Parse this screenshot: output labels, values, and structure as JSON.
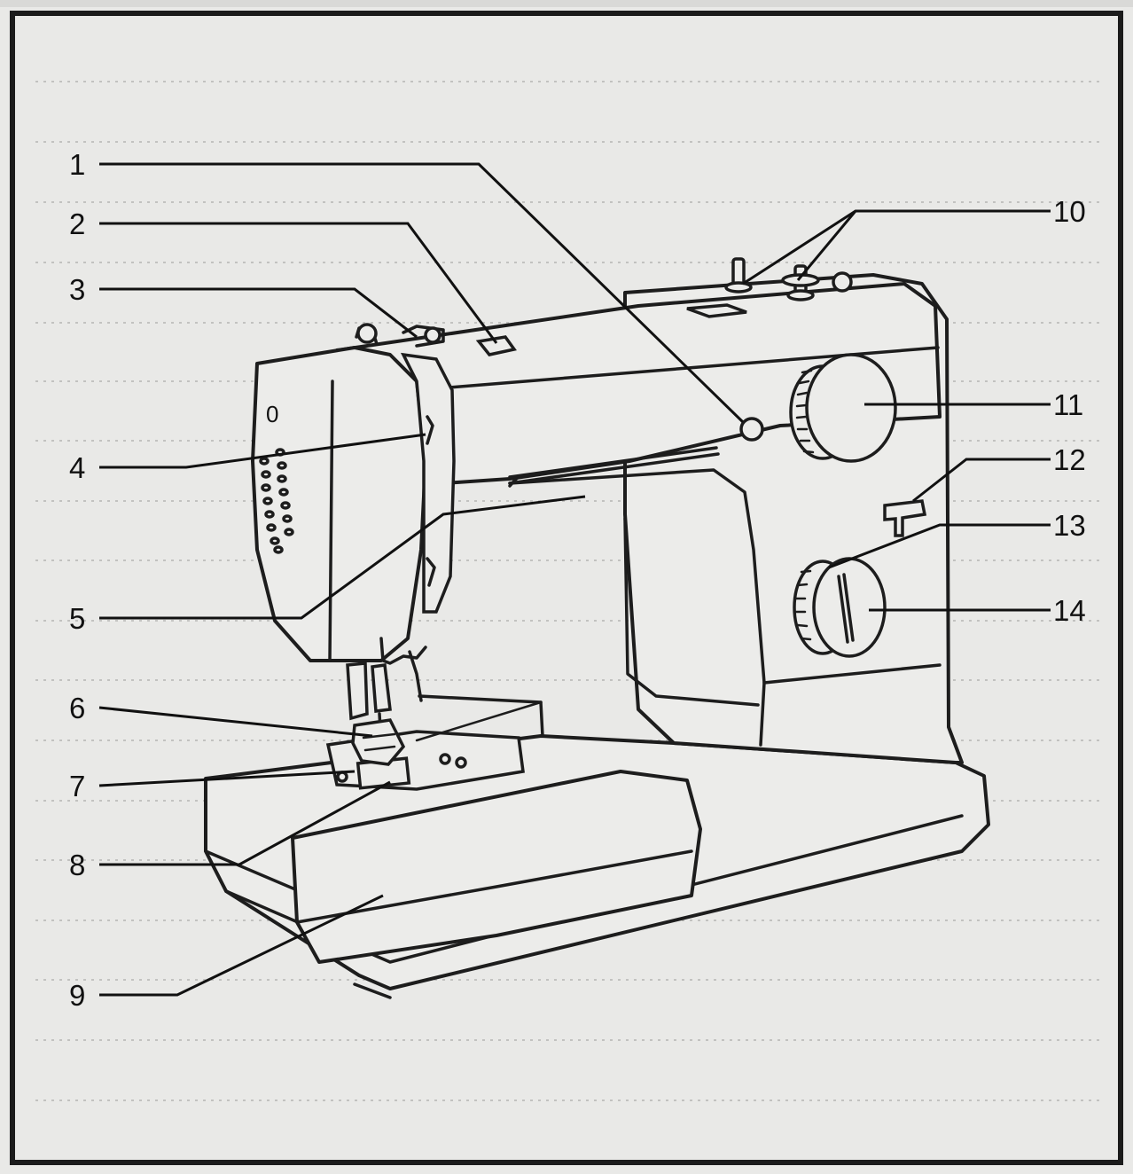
{
  "callouts": [
    {
      "id": "1",
      "label": "1"
    },
    {
      "id": "2",
      "label": "2"
    },
    {
      "id": "3",
      "label": "3"
    },
    {
      "id": "4",
      "label": "4"
    },
    {
      "id": "5",
      "label": "5"
    },
    {
      "id": "6",
      "label": "6"
    },
    {
      "id": "7",
      "label": "7"
    },
    {
      "id": "8",
      "label": "8"
    },
    {
      "id": "9",
      "label": "9"
    },
    {
      "id": "10",
      "label": "10"
    },
    {
      "id": "11",
      "label": "11"
    },
    {
      "id": "12",
      "label": "12"
    },
    {
      "id": "13",
      "label": "13"
    },
    {
      "id": "14",
      "label": "14"
    }
  ],
  "panel_marks": {
    "dial_digit": "0"
  },
  "colors": {
    "paper": "#e9e9e7",
    "ink": "#1d1d1d"
  }
}
